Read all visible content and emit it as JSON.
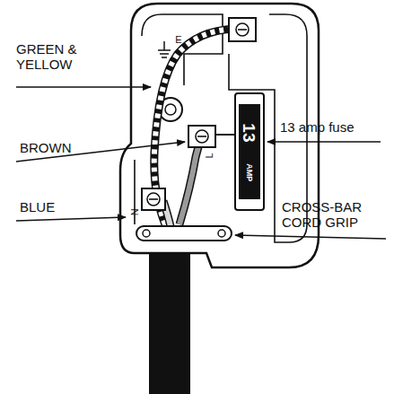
{
  "diagram": {
    "labels": [
      "GREEN & YELLOW",
      "E",
      "BROWN",
      "L",
      "13",
      "AMP",
      "13 amp fuse",
      "BLUE",
      "N",
      "CROSS-BAR CORD GRIP"
    ]
  }
}
